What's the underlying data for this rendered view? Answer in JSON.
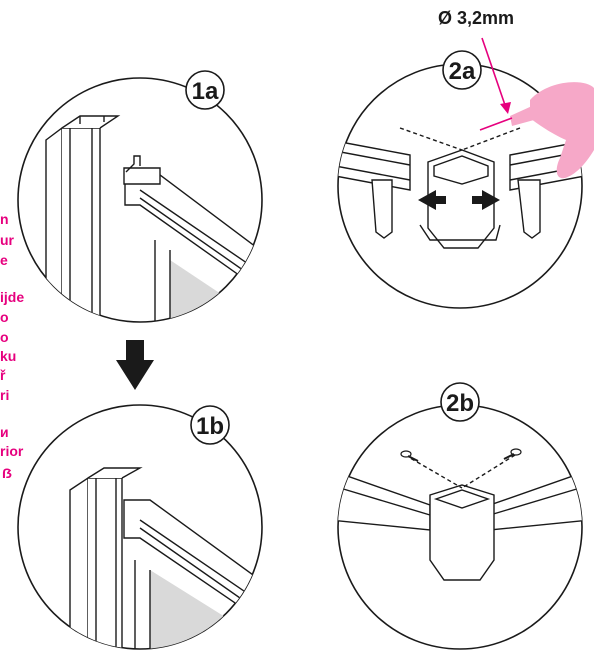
{
  "steps": {
    "s1a": "1a",
    "s1b": "1b",
    "s2a": "2a",
    "s2b": "2b"
  },
  "drill_label": "Ø 3,2mm",
  "side_text": [
    "n",
    "ur",
    "e",
    "ijde",
    "o",
    "o",
    "ku",
    "ř",
    "ri",
    "и",
    "rior",
    "ẞ"
  ],
  "colors": {
    "accent": "#e6007e",
    "drill": "#f6a8c8",
    "line": "#1a1a1a",
    "gray": "#d9d9d9"
  }
}
